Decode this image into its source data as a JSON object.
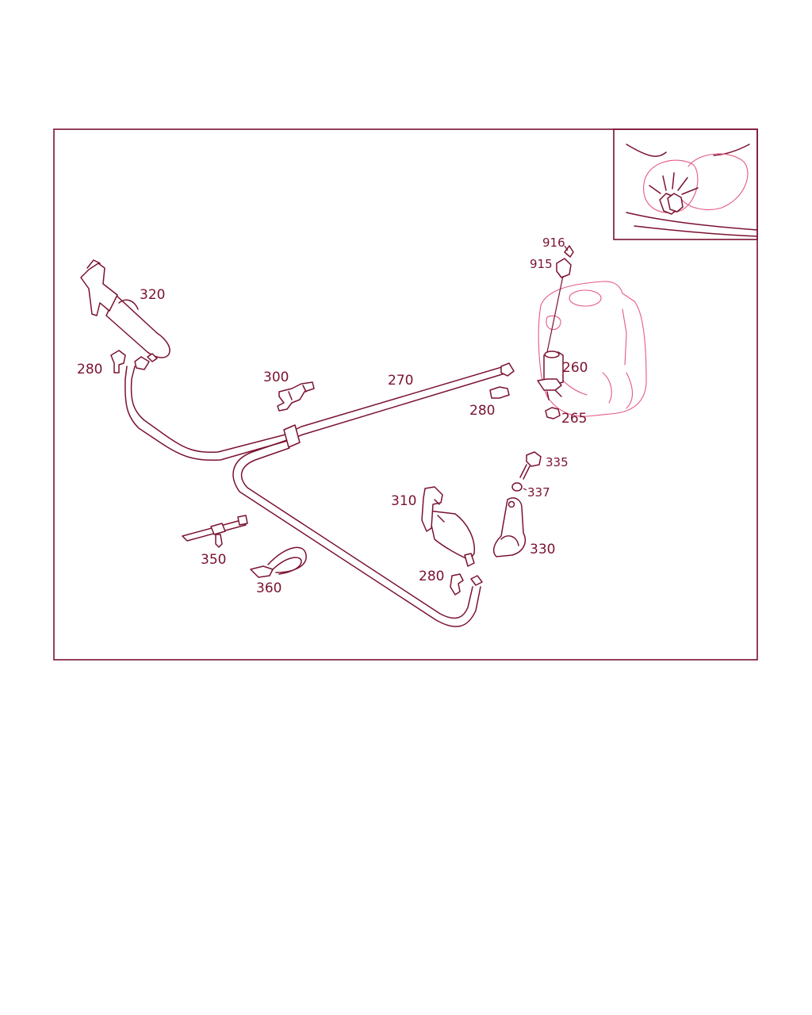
{
  "diagram": {
    "colors": {
      "line": "#7a1230",
      "reference": "#e35a82",
      "background": "#ffffff"
    },
    "callouts": {
      "c320": "320",
      "c280_left": "280",
      "c300": "300",
      "c270": "270",
      "c280_right": "280",
      "c260": "260",
      "c265": "265",
      "c916": "916",
      "c915": "915",
      "c335": "335",
      "c337": "337",
      "c330": "330",
      "c310": "310",
      "c280_bottom": "280",
      "c350": "350",
      "c360": "360"
    }
  }
}
